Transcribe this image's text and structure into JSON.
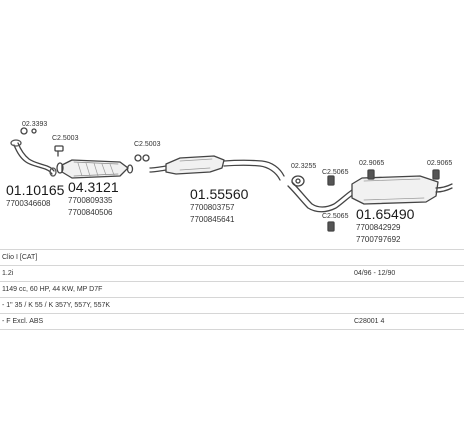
{
  "parts": [
    {
      "id": "p1",
      "number": "01.10165",
      "oem": [
        "7700346608"
      ]
    },
    {
      "id": "p2",
      "number": "04.3121",
      "oem": [
        "7700809335",
        "7700840506"
      ]
    },
    {
      "id": "p3",
      "number": "01.55560",
      "oem": [
        "7700803757",
        "7700845641"
      ]
    },
    {
      "id": "p4",
      "number": "01.65490",
      "oem": [
        "7700842929",
        "7700797692"
      ]
    }
  ],
  "small_parts": [
    {
      "id": "s1",
      "label": "02.3393"
    },
    {
      "id": "s2",
      "label": "C2.5003"
    },
    {
      "id": "s3",
      "label": "C2.5003"
    },
    {
      "id": "s4",
      "label": "02.3255"
    },
    {
      "id": "s5",
      "label": "C2.5065"
    },
    {
      "id": "s6",
      "label": "02.9065"
    },
    {
      "id": "s7",
      "label": "02.9065"
    },
    {
      "id": "s8",
      "label": "C2.5065"
    }
  ],
  "info": {
    "rows": [
      {
        "left": "Clio I [CAT]",
        "right": ""
      },
      {
        "left": "1.2i",
        "right": "04/96 - 12/90"
      },
      {
        "left": "1149 cc, 60 HP, 44 KW, MP D7F",
        "right": ""
      },
      {
        "left": "- 1\" 35 / K 55 / K 357Y, 557Y, 557K",
        "right": ""
      },
      {
        "left": "- F Excl. ABS",
        "right": "C28001 4"
      }
    ]
  }
}
